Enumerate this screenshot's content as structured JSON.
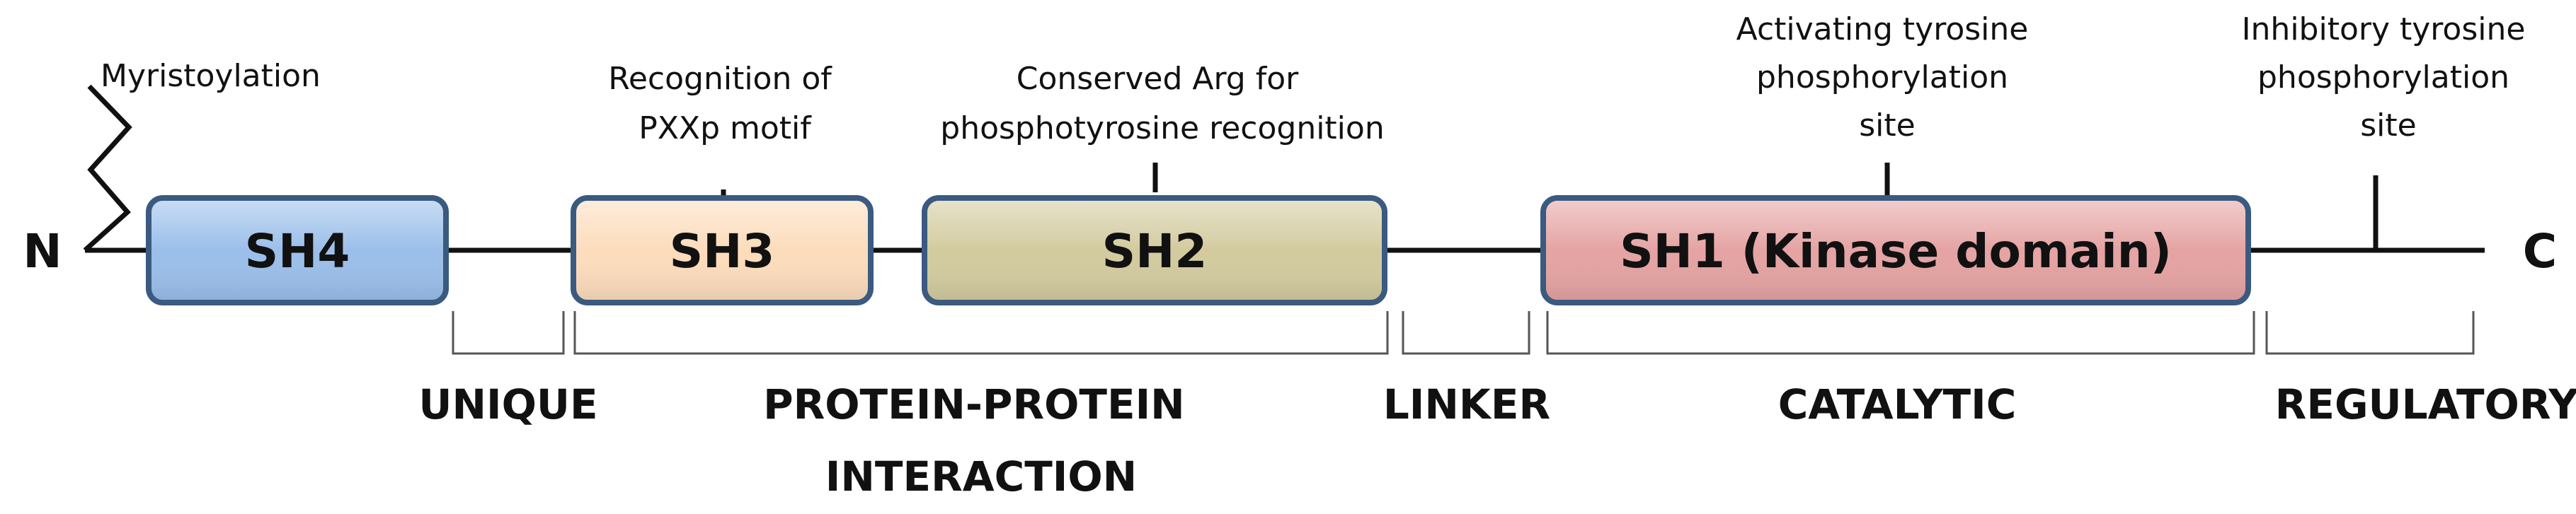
{
  "termini": {
    "n": "N",
    "c": "C"
  },
  "domains": {
    "sh4": {
      "label": "SH4",
      "color": "#9bbfea"
    },
    "sh3": {
      "label": "SH3",
      "color": "#fcdcbc"
    },
    "sh2": {
      "label": "SH2",
      "color": "#d3cb9f"
    },
    "sh1": {
      "label": "SH1 (Kinase domain)",
      "color": "#e5a3a3"
    }
  },
  "annotations": {
    "myristoylation": "Myristoylation",
    "sh3_site": [
      "Recognition of",
      "PXXp motif"
    ],
    "sh2_site": [
      "Conserved Arg for",
      "phosphotyrosine recognition"
    ],
    "activating_site": [
      "Activating tyrosine",
      "phosphorylation",
      "site"
    ],
    "inhibitory_site": [
      "Inhibitory tyrosine",
      "phosphorylation",
      "site"
    ]
  },
  "regions": {
    "unique": "UNIQUE",
    "protein_interaction": [
      "PROTEIN-PROTEIN",
      "INTERACTION"
    ],
    "linker": "LINKER",
    "catalytic": "CATALYTIC",
    "regulatory": "REGULATORY"
  },
  "colors": {
    "domain_border": "#3a5a80",
    "line": "#111111",
    "bracket": "#555555"
  }
}
